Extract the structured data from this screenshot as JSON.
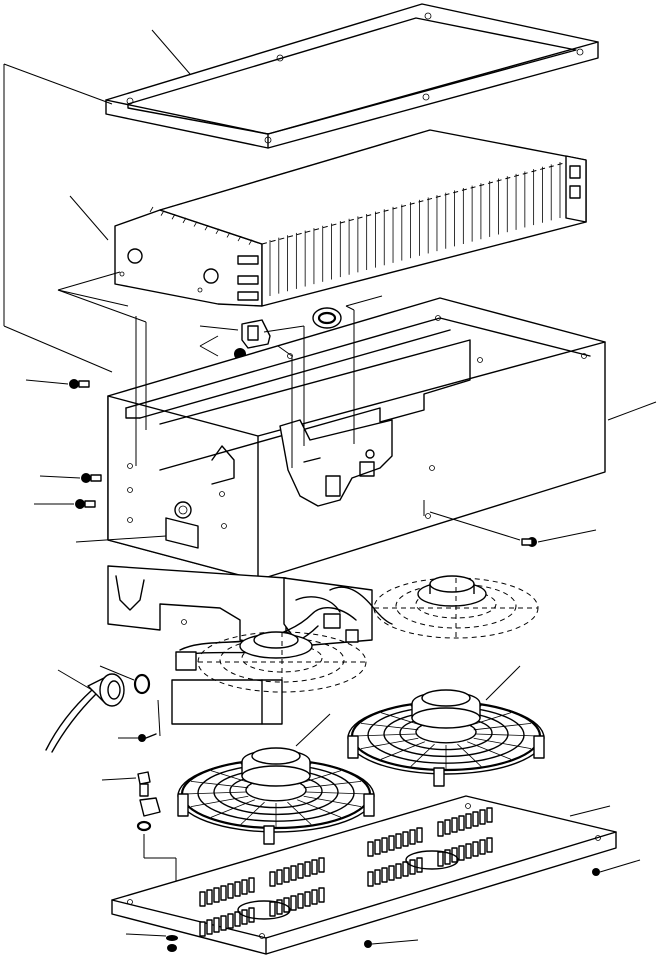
{
  "diagram": {
    "type": "exploded-parts-view",
    "style": "black-line-art-on-white",
    "colors": {
      "ink": "#000000",
      "paper": "#ffffff"
    },
    "parts": [
      "top-frame",
      "heat-exchanger-core",
      "grommet",
      "clip-bracket",
      "nut",
      "housing-box",
      "bolt",
      "bolt",
      "bolt",
      "nameplate",
      "screw",
      "inner-bracket",
      "wiring-harness",
      "fan-guard",
      "fan-guard",
      "connector-plug",
      "o-ring",
      "screw",
      "bolt",
      "clip",
      "washer",
      "fan-assembly",
      "fan-assembly",
      "bottom-cover",
      "screw",
      "nut",
      "screw"
    ]
  }
}
